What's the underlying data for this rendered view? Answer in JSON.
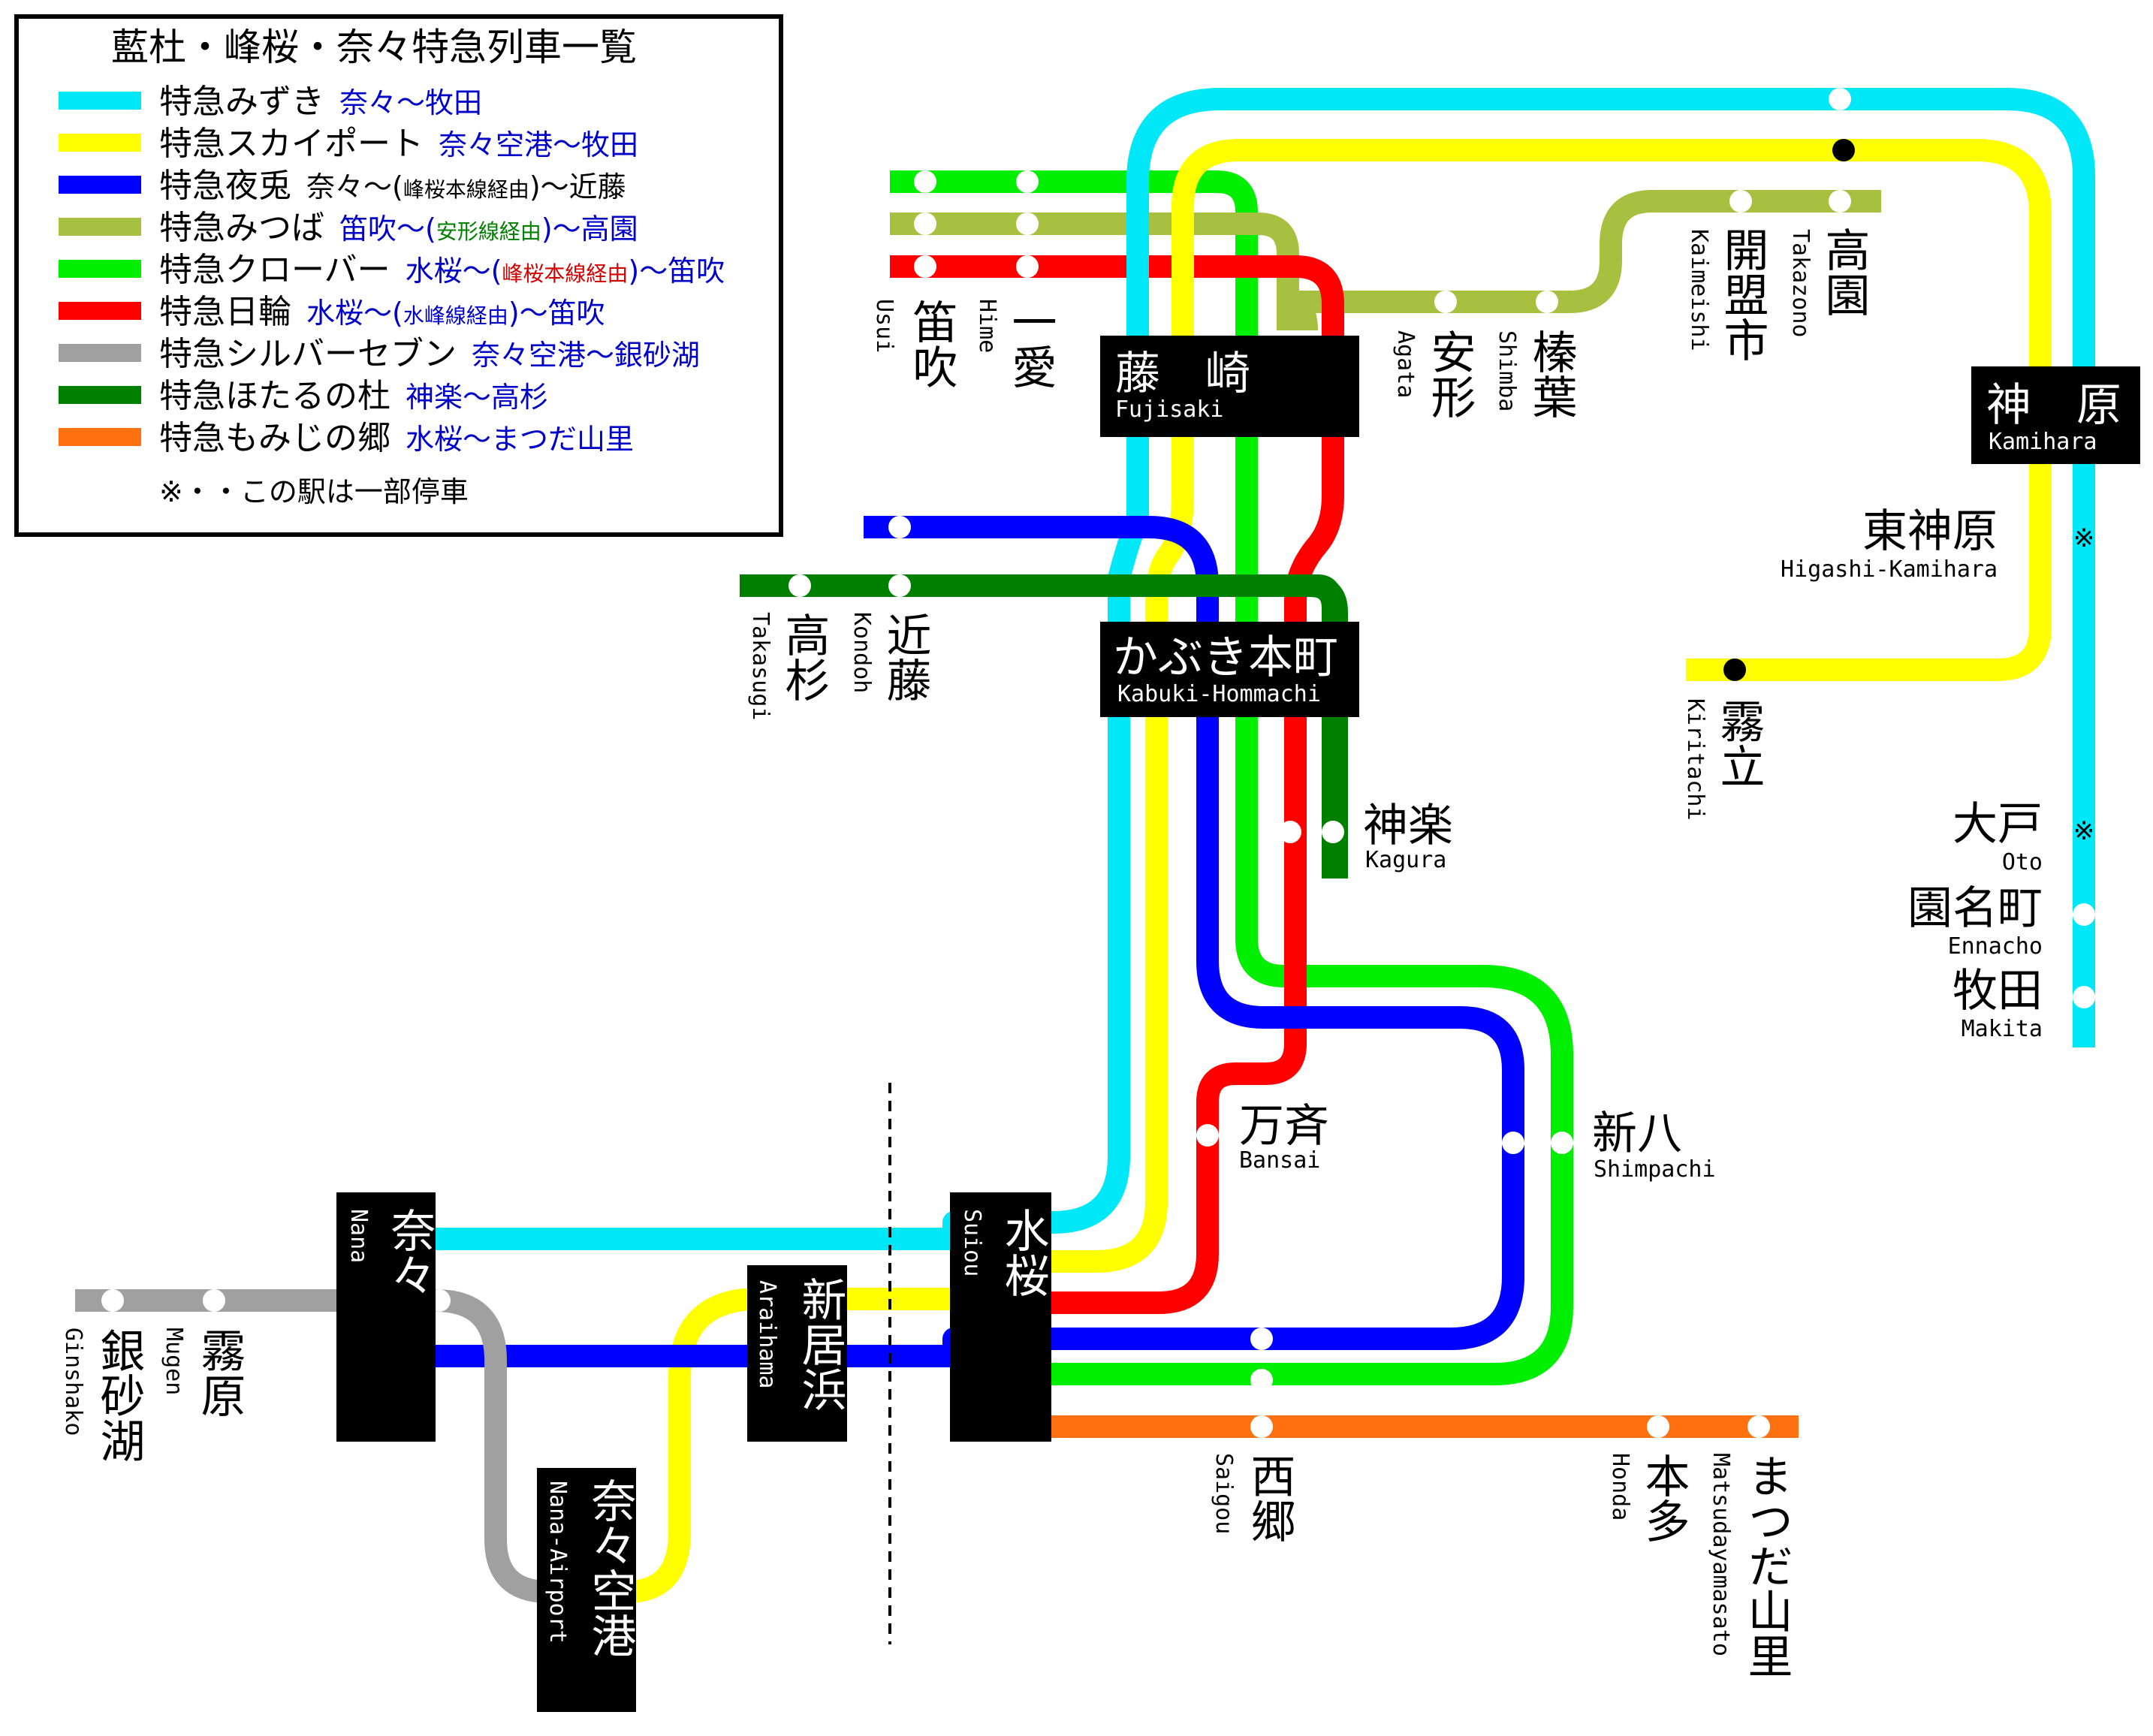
{
  "legend": {
    "title": "藍杜・峰桜・奈々特急列車一覧",
    "items": [
      {
        "name": "特急みずき",
        "route": "奈々～牧田",
        "color": "#00e8f8"
      },
      {
        "name": "特急スカイポート",
        "route": "奈々空港～牧田",
        "color": "#ffff00"
      },
      {
        "name": "特急夜兎",
        "route_a": "奈々～(",
        "route_sub": "峰桜本線経由",
        "route_b": ")～近藤",
        "color": "#0000ff"
      },
      {
        "name": "特急みつば",
        "route_a": "笛吹～(",
        "route_sub": "安形線経由",
        "route_b": ")～高園",
        "color": "#a8c040"
      },
      {
        "name": "特急クローバー",
        "route_a": "水桜～(",
        "route_sub": "峰桜本線経由",
        "route_b": ")～笛吹",
        "color": "#00ee00"
      },
      {
        "name": "特急日輪",
        "route_a": "水桜～(",
        "route_sub": "水峰線経由",
        "route_b": ")～笛吹",
        "color": "#ff0000"
      },
      {
        "name": "特急シルバーセブン",
        "route": "奈々空港～銀砂湖",
        "color": "#a0a0a0"
      },
      {
        "name": "特急ほたるの杜",
        "route": "神楽～高杉",
        "color": "#008000"
      },
      {
        "name": "特急もみじの郷",
        "route": "水桜～まつだ山里",
        "color": "#ff7010"
      }
    ],
    "note": "※・・この駅は一部停車"
  },
  "hubs": {
    "fujisaki": {
      "jp": "藤　崎",
      "en": "Fujisaki"
    },
    "kabuki": {
      "jp": "かぶき本町",
      "en": "Kabuki-Hommachi"
    },
    "kamihara": {
      "jp": "神　原",
      "en": "Kamihara"
    },
    "nana": {
      "jp": "奈々",
      "en": "Nana"
    },
    "suiou": {
      "jp": "水桜",
      "en": "Suiou"
    },
    "araihama": {
      "jp": "新居浜",
      "en": "Araihama"
    },
    "nana_airport": {
      "jp": "奈々空港",
      "en": "Nana-Airport"
    }
  },
  "stations": {
    "usui": {
      "jp": "笛吹",
      "en": "Usui"
    },
    "hime": {
      "jp": "一愛",
      "en": "Hime"
    },
    "agata": {
      "jp": "安形",
      "en": "Agata"
    },
    "shimba": {
      "jp": "榛葉",
      "en": "Shimba"
    },
    "kaimeishi": {
      "jp": "開盟市",
      "en": "Kaimeishi"
    },
    "takazono": {
      "jp": "高園",
      "en": "Takazono"
    },
    "higashi_kamihara": {
      "jp": "東神原",
      "en": "Higashi-Kamihara"
    },
    "kiritachi": {
      "jp": "霧立",
      "en": "Kiritachi"
    },
    "oto": {
      "jp": "大戸",
      "en": "Oto"
    },
    "ennacho": {
      "jp": "園名町",
      "en": "Ennacho"
    },
    "makita": {
      "jp": "牧田",
      "en": "Makita"
    },
    "takasugi": {
      "jp": "高杉",
      "en": "Takasugi"
    },
    "kondoh": {
      "jp": "近藤",
      "en": "Kondoh"
    },
    "kagura": {
      "jp": "神楽",
      "en": "Kagura"
    },
    "bansai": {
      "jp": "万斉",
      "en": "Bansai"
    },
    "shimpachi": {
      "jp": "新八",
      "en": "Shimpachi"
    },
    "ginshako": {
      "jp": "銀砂湖",
      "en": "Ginshako"
    },
    "mugen": {
      "jp": "霧原",
      "en": "Mugen"
    },
    "saigou": {
      "jp": "西郷",
      "en": "Saigou"
    },
    "honda": {
      "jp": "本多",
      "en": "Honda"
    },
    "matsudayamasato": {
      "jp": "まつだ山里",
      "en": "Matsudayamasato"
    }
  },
  "partial_stop_mark": "※"
}
